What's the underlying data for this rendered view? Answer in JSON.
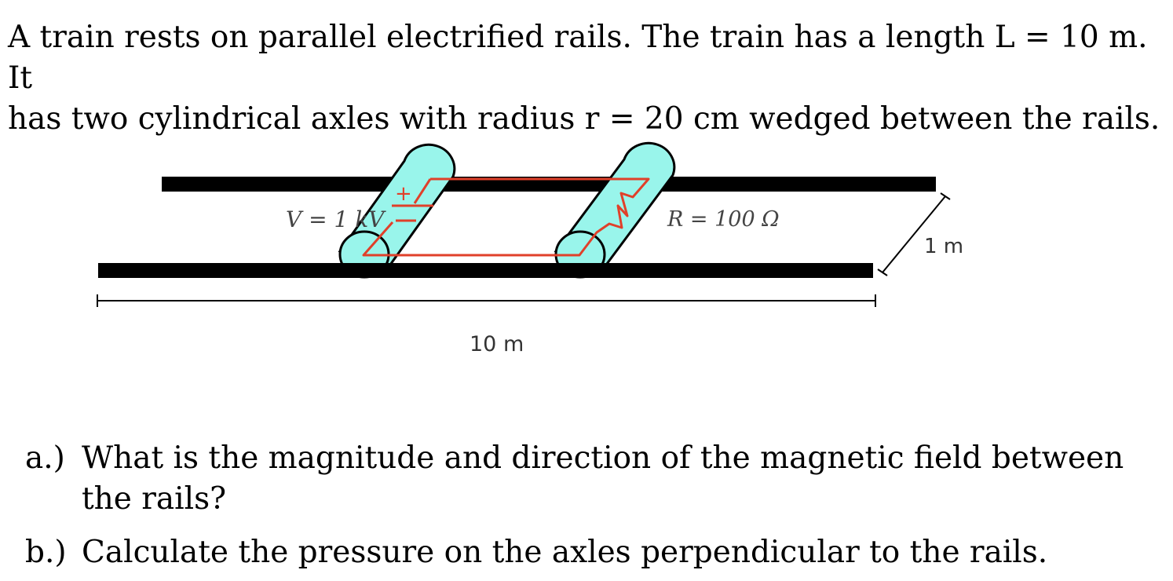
{
  "intro": {
    "line1": "A train rests on parallel electrified rails. The train has a length L = 10 m. It",
    "line2": "has two cylindrical axles with radius r = 20 cm wedged between the rails."
  },
  "figure": {
    "voltage_label": "V = 1 kV",
    "battery_plus": "+",
    "resistance_label": "R = 100 Ω",
    "length_label": "10 m",
    "width_label": "1 m",
    "colors": {
      "rail": "#000000",
      "axle_fill": "#99f5eb",
      "wire": "#e0402a"
    }
  },
  "questions": {
    "a_label": "a.)",
    "a_text": "What is the magnitude and direction of the magnetic field between the rails?",
    "b_label": "b.)",
    "b_text": "Calculate the pressure on the axles perpendicular to the rails."
  }
}
